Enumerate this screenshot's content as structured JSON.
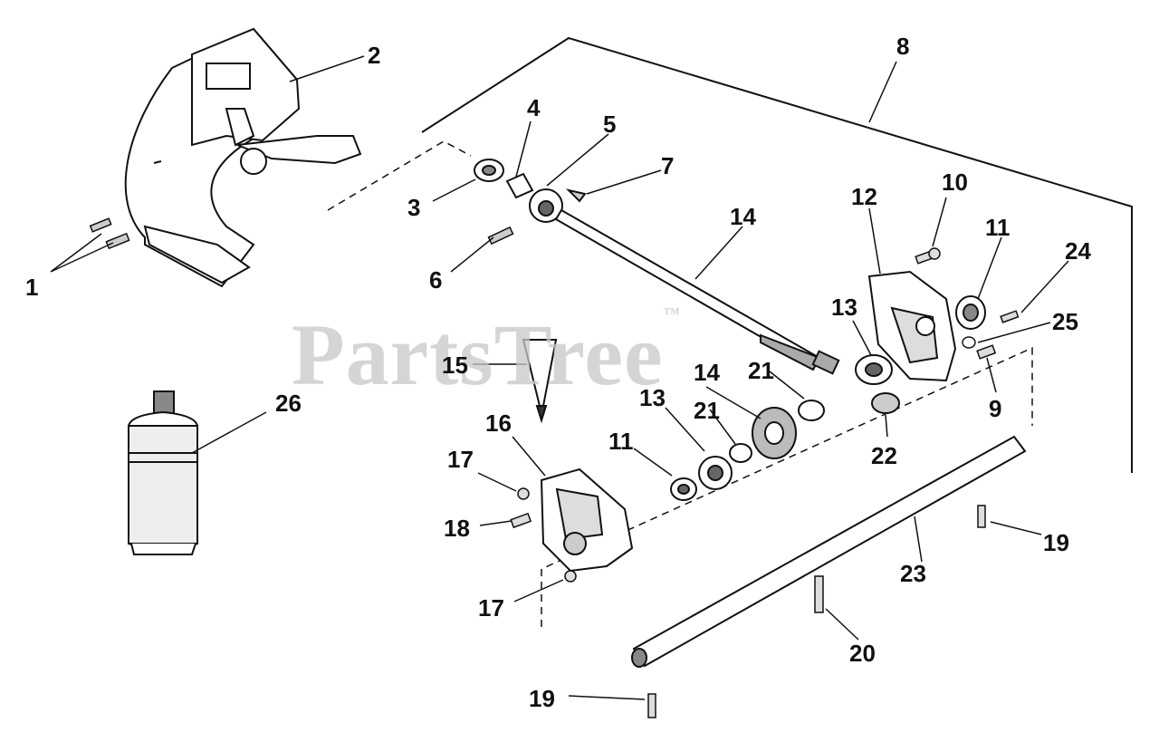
{
  "watermark": {
    "text": "PartsTree",
    "mark": "™"
  },
  "callouts": [
    {
      "id": "c1",
      "text": "1"
    },
    {
      "id": "c2",
      "text": "2"
    },
    {
      "id": "c3",
      "text": "3"
    },
    {
      "id": "c4",
      "text": "4"
    },
    {
      "id": "c5",
      "text": "5"
    },
    {
      "id": "c6",
      "text": "6"
    },
    {
      "id": "c7",
      "text": "7"
    },
    {
      "id": "c8",
      "text": "8"
    },
    {
      "id": "c9",
      "text": "9"
    },
    {
      "id": "c10",
      "text": "10"
    },
    {
      "id": "c11a",
      "text": "11"
    },
    {
      "id": "c11b",
      "text": "11"
    },
    {
      "id": "c12",
      "text": "12"
    },
    {
      "id": "c13a",
      "text": "13"
    },
    {
      "id": "c13b",
      "text": "13"
    },
    {
      "id": "c14a",
      "text": "14"
    },
    {
      "id": "c14b",
      "text": "14"
    },
    {
      "id": "c15",
      "text": "15"
    },
    {
      "id": "c16",
      "text": "16"
    },
    {
      "id": "c17a",
      "text": "17"
    },
    {
      "id": "c17b",
      "text": "17"
    },
    {
      "id": "c18",
      "text": "18"
    },
    {
      "id": "c19a",
      "text": "19"
    },
    {
      "id": "c19b",
      "text": "19"
    },
    {
      "id": "c20",
      "text": "20"
    },
    {
      "id": "c21a",
      "text": "21"
    },
    {
      "id": "c21b",
      "text": "21"
    },
    {
      "id": "c22",
      "text": "22"
    },
    {
      "id": "c23",
      "text": "23"
    },
    {
      "id": "c24",
      "text": "24"
    },
    {
      "id": "c25",
      "text": "25"
    },
    {
      "id": "c26",
      "text": "26"
    }
  ]
}
